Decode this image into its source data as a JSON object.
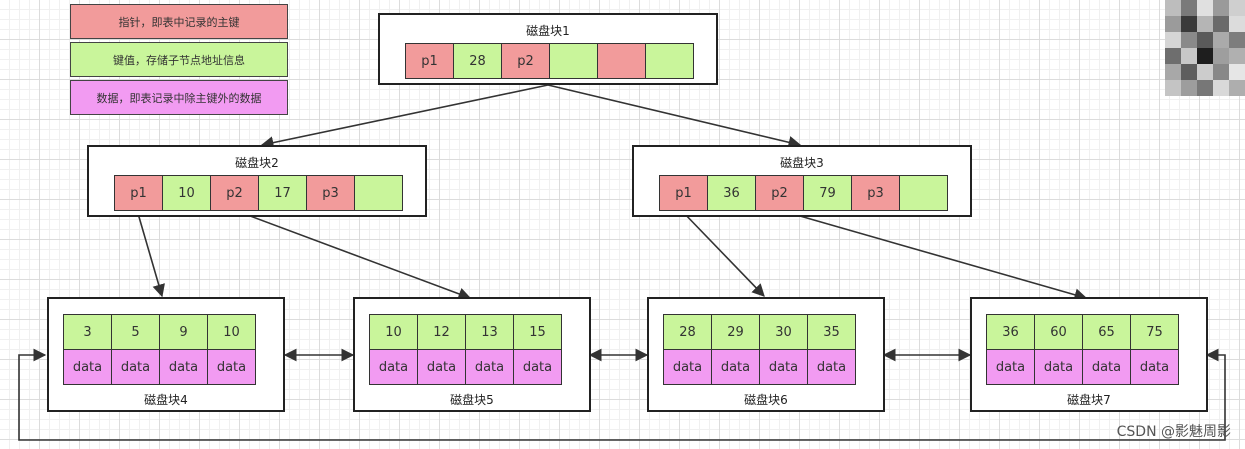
{
  "colors": {
    "pointer": "#f29b9b",
    "key": "#c9f59b",
    "data": "#f29bf2",
    "border": "#222222",
    "arrow": "#333333"
  },
  "legend": [
    {
      "label": "指针，即表中记录的主键",
      "kind": "pointer"
    },
    {
      "label": "键值，存储子节点地址信息",
      "kind": "key"
    },
    {
      "label": "数据，即表记录中除主键外的数据",
      "kind": "data"
    }
  ],
  "nodes": {
    "block1": {
      "title": "磁盘块1",
      "cells": [
        {
          "text": "p1",
          "kind": "pointer"
        },
        {
          "text": "28",
          "kind": "key"
        },
        {
          "text": "p2",
          "kind": "pointer"
        },
        {
          "text": "",
          "kind": "key"
        },
        {
          "text": "",
          "kind": "pointer"
        },
        {
          "text": "",
          "kind": "key"
        }
      ]
    },
    "block2": {
      "title": "磁盘块2",
      "cells": [
        {
          "text": "p1",
          "kind": "pointer"
        },
        {
          "text": "10",
          "kind": "key"
        },
        {
          "text": "p2",
          "kind": "pointer"
        },
        {
          "text": "17",
          "kind": "key"
        },
        {
          "text": "p3",
          "kind": "pointer"
        },
        {
          "text": "",
          "kind": "key"
        }
      ]
    },
    "block3": {
      "title": "磁盘块3",
      "cells": [
        {
          "text": "p1",
          "kind": "pointer"
        },
        {
          "text": "36",
          "kind": "key"
        },
        {
          "text": "p2",
          "kind": "pointer"
        },
        {
          "text": "79",
          "kind": "key"
        },
        {
          "text": "p3",
          "kind": "pointer"
        },
        {
          "text": "",
          "kind": "key"
        }
      ]
    },
    "block4": {
      "title": "磁盘块4",
      "keys": [
        "3",
        "5",
        "9",
        "10"
      ],
      "data": [
        "data",
        "data",
        "data",
        "data"
      ]
    },
    "block5": {
      "title": "磁盘块5",
      "keys": [
        "10",
        "12",
        "13",
        "15"
      ],
      "data": [
        "data",
        "data",
        "data",
        "data"
      ]
    },
    "block6": {
      "title": "磁盘块6",
      "keys": [
        "28",
        "29",
        "30",
        "35"
      ],
      "data": [
        "data",
        "data",
        "data",
        "data"
      ]
    },
    "block7": {
      "title": "磁盘块7",
      "keys": [
        "36",
        "60",
        "65",
        "75"
      ],
      "data": [
        "data",
        "data",
        "data",
        "data"
      ]
    }
  },
  "credit": "CSDN @影魅周影"
}
